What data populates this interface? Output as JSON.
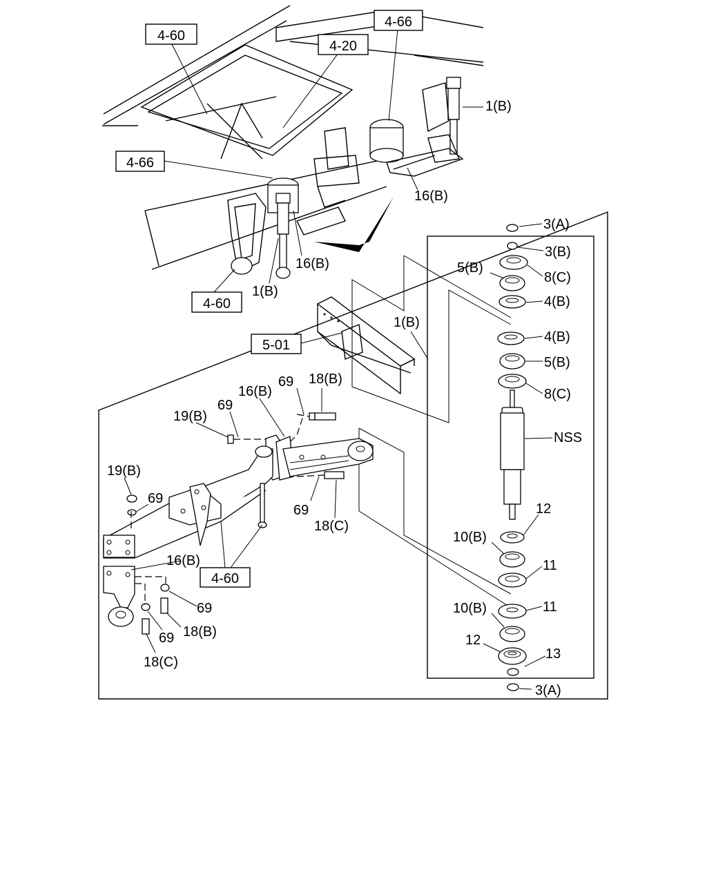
{
  "callouts": {
    "ref_4_60_top": "4-60",
    "ref_4_20": "4-20",
    "ref_4_66_top": "4-66",
    "ref_4_66_left": "4-66",
    "ref_4_60_mid": "4-60",
    "ref_5_01": "5-01",
    "ref_4_60_low": "4-60",
    "part_1b_top": "1(B)",
    "part_16b_top": "16(B)",
    "part_16b_mid": "16(B)",
    "part_1b_mid": "1(B)",
    "part_1b_exploded": "1(B)",
    "part_3a_top": "3(A)",
    "part_3b": "3(B)",
    "part_5b_top": "5(B)",
    "part_8c_top": "8(C)",
    "part_4b_upper": "4(B)",
    "part_4b_lower": "4(B)",
    "part_5b_lower": "5(B)",
    "part_8c_lower": "8(C)",
    "part_nss": "NSS",
    "part_12_upper": "12",
    "part_10b_upper": "10(B)",
    "part_11_upper": "11",
    "part_10b_lower": "10(B)",
    "part_11_lower": "11",
    "part_12_lower": "12",
    "part_13": "13",
    "part_3a_bottom": "3(A)",
    "part_69_a": "69",
    "part_18b_top": "18(B)",
    "part_16b_bracket": "16(B)",
    "part_69_b": "69",
    "part_19b_top": "19(B)",
    "part_19b_left": "19(B)",
    "part_69_c": "69",
    "part_69_d": "69",
    "part_18c_mid": "18(C)",
    "part_16b_low": "16(B)",
    "part_69_e": "69",
    "part_69_f": "69",
    "part_18b_low": "18(B)",
    "part_18c_low": "18(C)"
  }
}
